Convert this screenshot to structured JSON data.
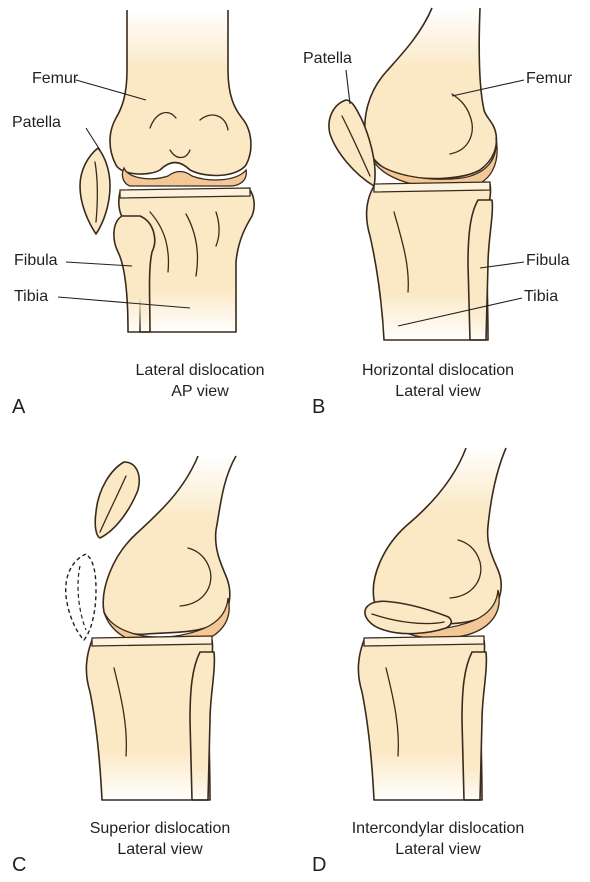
{
  "colors": {
    "bone_fill": "#fbe9c6",
    "bone_highlight": "#fdf3dd",
    "cartilage": "#f3c796",
    "outline": "#3a2a1a",
    "text": "#231f20",
    "background": "#ffffff"
  },
  "panels": [
    {
      "letter": "A",
      "caption_line1": "Lateral dislocation",
      "caption_line2": "AP view",
      "labels": {
        "femur": "Femur",
        "patella": "Patella",
        "fibula": "Fibula",
        "tibia": "Tibia"
      }
    },
    {
      "letter": "B",
      "caption_line1": "Horizontal dislocation",
      "caption_line2": "Lateral view",
      "labels": {
        "patella": "Patella",
        "femur": "Femur",
        "fibula": "Fibula",
        "tibia": "Tibia"
      }
    },
    {
      "letter": "C",
      "caption_line1": "Superior dislocation",
      "caption_line2": "Lateral view"
    },
    {
      "letter": "D",
      "caption_line1": "Intercondylar dislocation",
      "caption_line2": "Lateral view"
    }
  ]
}
